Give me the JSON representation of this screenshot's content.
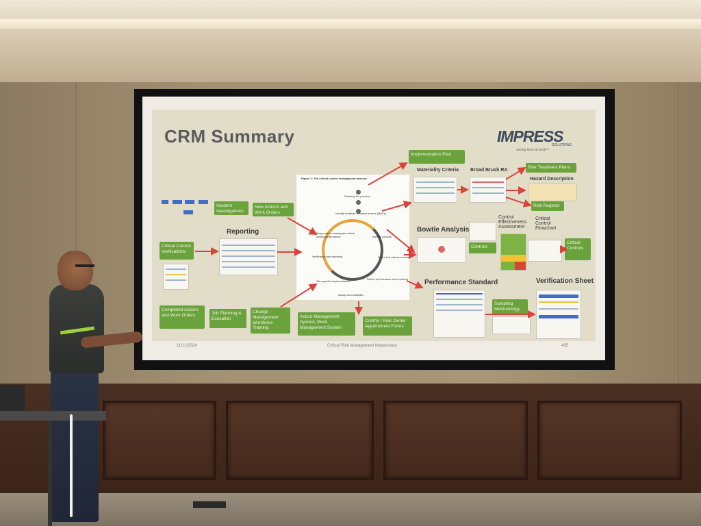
{
  "slide": {
    "title": "CRM Summary",
    "logo": "IMPRESS",
    "logo_sub": "SOLUTIONS",
    "logo_tagline": "saving lives at work™",
    "footer_date": "11/12/2024",
    "footer_center": "Critical Risk Management Masterclass",
    "footer_page": "405",
    "sections": {
      "reporting": "Reporting",
      "bowtie": "Bowtie Analysis",
      "performance": "Performance Standard",
      "verification": "Verification Sheet",
      "materiality": "Materiality Criteria",
      "broad_brush": "Broad Brush RA",
      "hazard": "Hazard Description",
      "control_eff": "Control Effectiveness Assessment",
      "critical_flow": "Critical Control Flowchart"
    },
    "boxes": {
      "incident": "Incident Investigations",
      "new_actions": "New Actions and Work Orders",
      "ccv": "Critical Control Verifications",
      "completed": "Completed Actions and Work Orders",
      "job_planning": "Job Planning & Execution",
      "change_mgmt": "Change Management Workforce Training",
      "action_mgmt": "Action Management System, Work Management System",
      "control_owner": "Control / Risk Owner Appointment Forms",
      "impl_plan": "Implementation Plan",
      "risk_treatment": "Risk Treatment Plans",
      "risk_register": "Risk Register",
      "controls": "Controls",
      "critical_controls": "Critical Controls",
      "sampling": "Sampling Methodology"
    },
    "figure": {
      "caption": "Figure 1: The critical control management process",
      "steps": [
        "Planning the process",
        "Identify material unwanted events (MUEs)",
        "Identify controls",
        "Select the critical controls",
        "Define performance and reporting",
        "Assign accountability",
        "Site-specific implementation",
        "Verification and reporting",
        "Response to inadequate critical control performance"
      ]
    }
  },
  "colors": {
    "green": "#6aa23c",
    "arrow": "#d9443a"
  }
}
